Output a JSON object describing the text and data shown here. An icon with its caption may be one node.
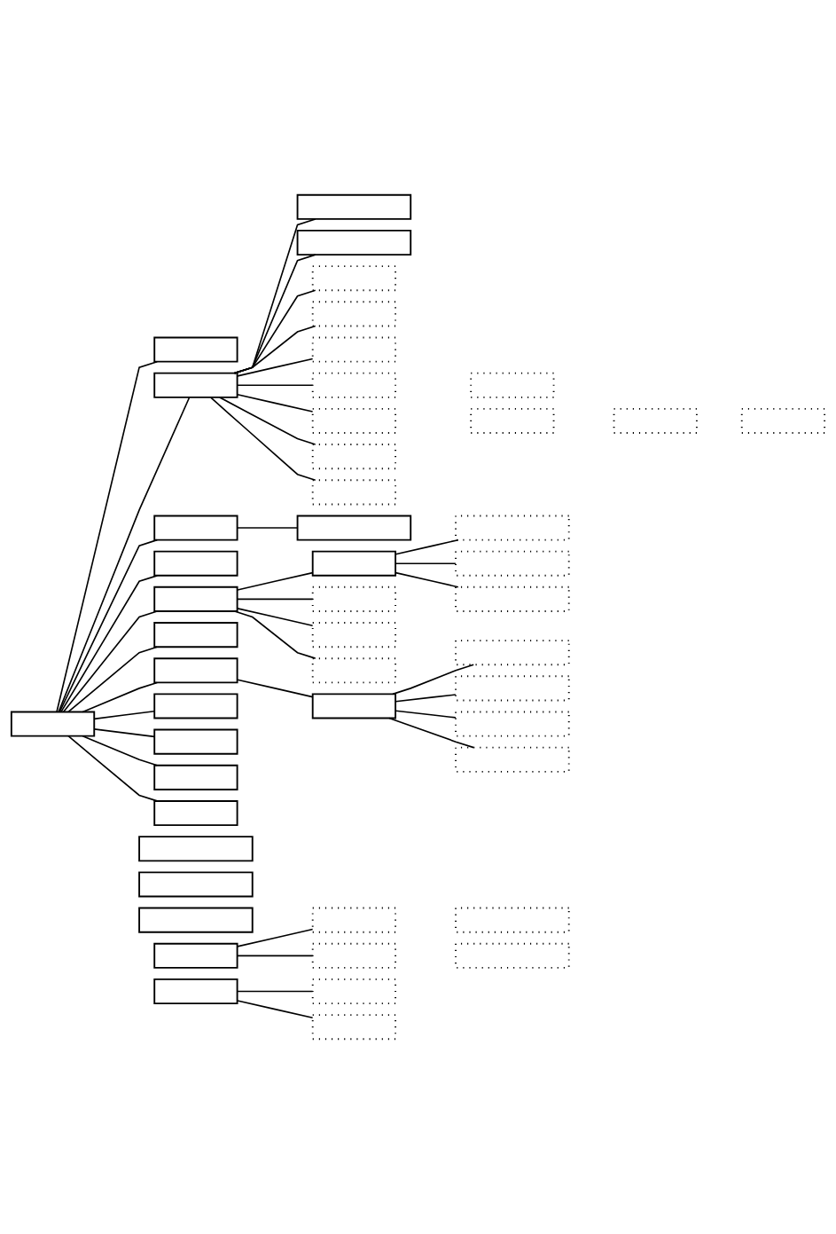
{
  "diagram": {
    "nodes": [
      {
        "text": [],
        "shape": "box"
      },
      {
        "text": [],
        "shape": "box"
      },
      {
        "text": [],
        "shape": "box"
      },
      {
        "text": [],
        "shape": "box"
      },
      {
        "text": [],
        "shape": "box"
      },
      {
        "text": [],
        "shape": "box"
      },
      {
        "text": [],
        "shape": "box"
      },
      {
        "text": [],
        "shape": "box"
      },
      {
        "text": [],
        "shape": "box"
      },
      {
        "text": [],
        "shape": "box"
      },
      {
        "text": [],
        "shape": "box"
      },
      {
        "text": [],
        "shape": "box"
      },
      {
        "text": [],
        "shape": "box"
      },
      {
        "text": [],
        "shape": "box"
      },
      {
        "text": [],
        "shape": "box"
      },
      {
        "text": [],
        "shape": "box"
      },
      {
        "text": [],
        "shape": "box"
      },
      {
        "text": [],
        "shape": "box"
      },
      {
        "text": [],
        "shape": "box"
      },
      {
        "text": [],
        "shape": "box"
      },
      {
        "text": [],
        "shape": "box"
      },
      {
        "text": [],
        "shape": "box"
      },
      {
        "text": [],
        "shape": "box"
      },
      {
        "text": [],
        "shape": "box"
      },
      {
        "text": [],
        "shape": "box"
      },
      {
        "text": [],
        "shape": "box"
      },
      {
        "text": [],
        "shape": "box"
      },
      {
        "text": [],
        "shape": "box"
      },
      {
        "text": [],
        "shape": "box"
      },
      {
        "text": [],
        "shape": "box"
      },
      {
        "text": [],
        "shape": "box"
      },
      {
        "text": [],
        "shape": "box"
      },
      {
        "text": [],
        "shape": "box"
      },
      {
        "text": [],
        "shape": "box"
      },
      {
        "text": [],
        "shape": "box"
      },
      {
        "text": [],
        "shape": "box"
      },
      {
        "text": [],
        "shape": "box"
      },
      {
        "text": [],
        "shape": "box"
      },
      {
        "text": [],
        "shape": "box"
      },
      {
        "text": [],
        "shape": "box"
      },
      {
        "text": [],
        "shape": "box"
      },
      {
        "text": [],
        "shape": "box"
      },
      {
        "text": [],
        "shape": "box"
      },
      {
        "text": [],
        "shape": "box"
      },
      {
        "text": [],
        "shape": "box"
      },
      {
        "text": [],
        "shape": "box"
      },
      {
        "text": [],
        "shape": "box"
      },
      {
        "text": [],
        "shape": "box"
      },
      {
        "text": [],
        "shape": "box"
      }
    ],
    "edges": [
      {
        "from": 0,
        "to": 1,
        "arrow": "none"
      },
      {
        "from": 0,
        "to": 2,
        "arrow": "none"
      },
      {
        "from": 2,
        "to": 3,
        "arrow": "none"
      },
      {
        "from": 2,
        "to": 4,
        "arrow": "none"
      },
      {
        "from": 2,
        "to": 5,
        "arrow": "none"
      },
      {
        "from": 2,
        "to": 6,
        "arrow": "none"
      },
      {
        "from": 2,
        "to": 7,
        "arrow": "none"
      },
      {
        "from": 2,
        "to": 8,
        "arrow": "none"
      },
      {
        "from": 2,
        "to": 10,
        "arrow": "none"
      },
      {
        "from": 2,
        "to": 14,
        "arrow": "none"
      },
      {
        "from": 2,
        "to": 15,
        "arrow": "none"
      },
      {
        "from": 0,
        "to": 16,
        "arrow": "none"
      },
      {
        "from": 16,
        "to": 17,
        "arrow": "none"
      },
      {
        "from": 0,
        "to": 18,
        "arrow": "none"
      },
      {
        "from": 0,
        "to": 19,
        "arrow": "none"
      },
      {
        "from": 19,
        "to": 20,
        "arrow": "none"
      },
      {
        "from": 19,
        "to": 21,
        "arrow": "none"
      },
      {
        "from": 19,
        "to": 23,
        "arrow": "none"
      },
      {
        "from": 19,
        "to": 25,
        "arrow": "none"
      },
      {
        "from": 20,
        "to": 22,
        "arrow": "none"
      },
      {
        "from": 20,
        "to": 24,
        "arrow": "none"
      },
      {
        "from": 20,
        "to": 26,
        "arrow": "none"
      },
      {
        "from": 0,
        "to": 27,
        "arrow": "none"
      },
      {
        "from": 0,
        "to": 28,
        "arrow": "none"
      },
      {
        "from": 28,
        "to": 29,
        "arrow": "none"
      },
      {
        "from": 29,
        "to": 31,
        "arrow": "none"
      },
      {
        "from": 29,
        "to": 33,
        "arrow": "none"
      },
      {
        "from": 29,
        "to": 35,
        "arrow": "none"
      },
      {
        "from": 29,
        "to": 37,
        "arrow": "none"
      },
      {
        "from": 0,
        "to": 30,
        "arrow": "none"
      },
      {
        "from": 0,
        "to": 32,
        "arrow": "none"
      },
      {
        "from": 0,
        "to": 34,
        "arrow": "none"
      },
      {
        "from": 0,
        "to": 36,
        "arrow": "none"
      },
      {
        "from": 41,
        "to": 42,
        "arrow": "none"
      },
      {
        "from": 41,
        "to": 44,
        "arrow": "none"
      },
      {
        "from": 46,
        "to": 47,
        "arrow": "none"
      },
      {
        "from": 46,
        "to": 48,
        "arrow": "none"
      }
    ]
  }
}
